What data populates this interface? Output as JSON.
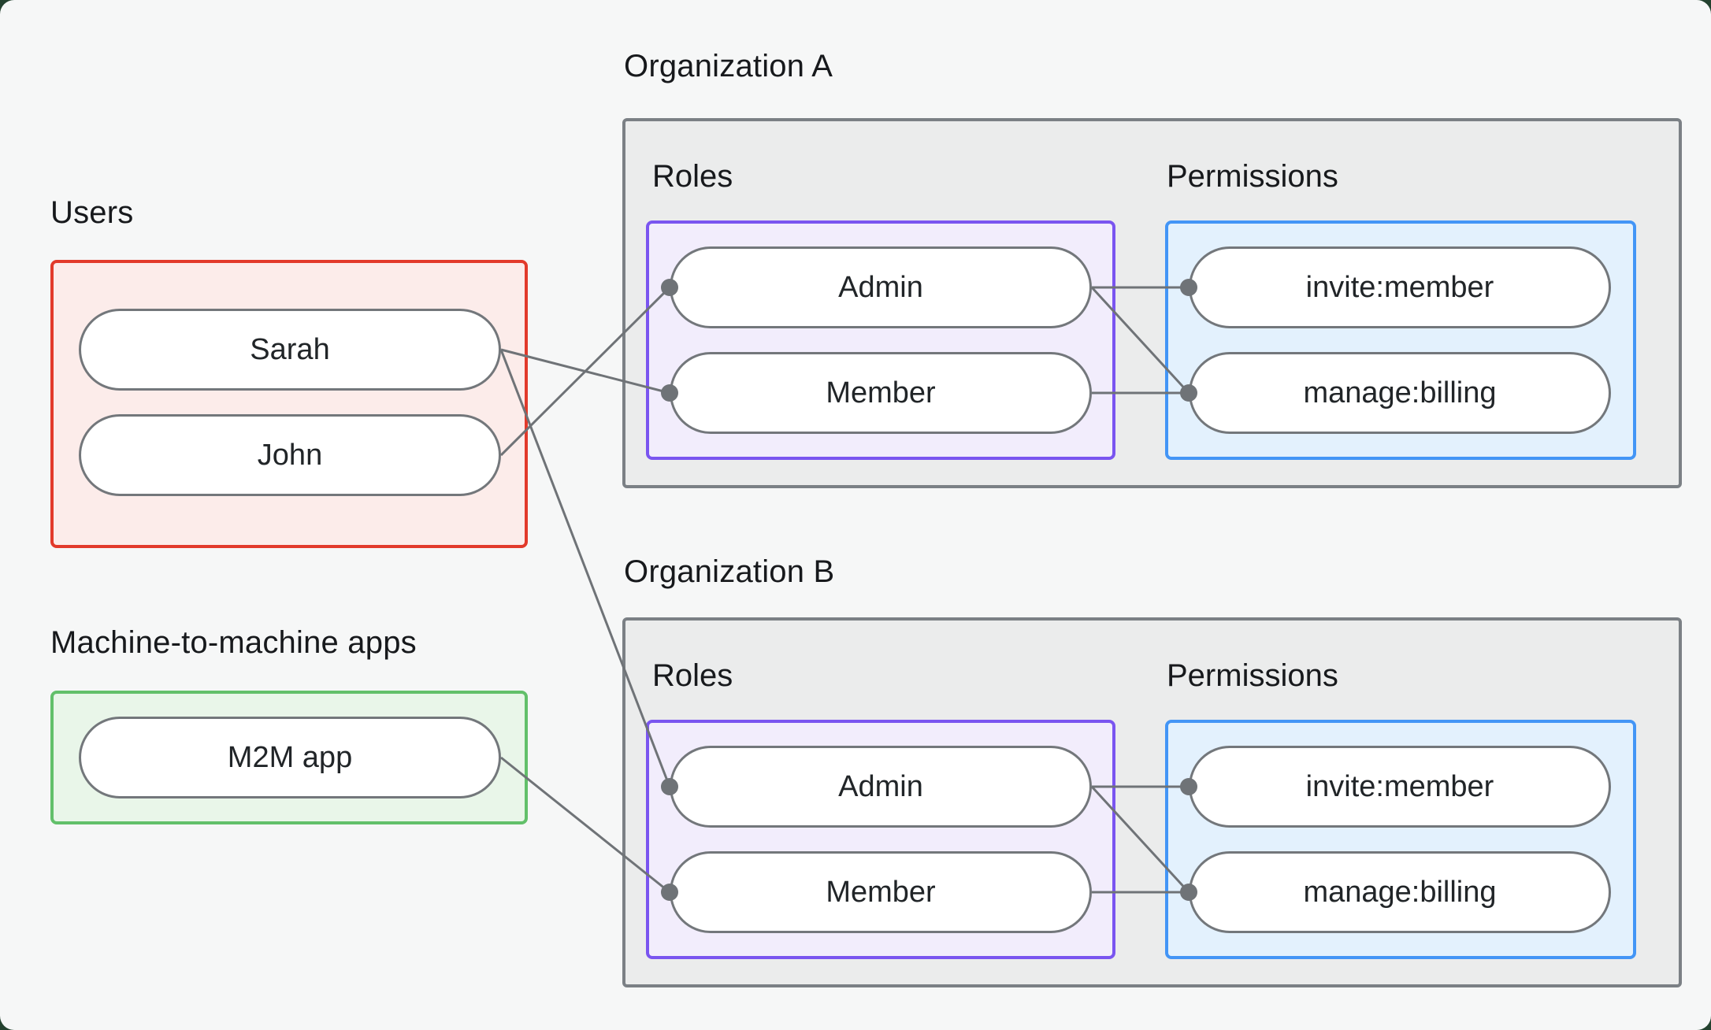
{
  "page": {
    "background": "#f6f7f7",
    "outside_background": "#24422f"
  },
  "connector": {
    "color": "#6f7377",
    "line_width": 3,
    "dot_radius": 11
  },
  "users_section": {
    "label": "Users",
    "accent": "#e23a2b",
    "fill": "#fcecea",
    "items": [
      {
        "id": "sarah",
        "label": "Sarah"
      },
      {
        "id": "john",
        "label": "John"
      }
    ]
  },
  "m2m_section": {
    "label": "Machine-to-machine apps",
    "accent": "#62c06a",
    "fill": "#e9f6e9",
    "items": [
      {
        "id": "m2m",
        "label": "M2M app"
      }
    ]
  },
  "organizations": [
    {
      "id": "orgA",
      "label": "Organization A",
      "roles_label": "Roles",
      "permissions_label": "Permissions",
      "roles_accent": "#7a55f0",
      "roles_fill": "#f2edfc",
      "permissions_accent": "#4395f6",
      "permissions_fill": "#e3f1fd",
      "roles": [
        {
          "id": "orgA-admin",
          "label": "Admin"
        },
        {
          "id": "orgA-member",
          "label": "Member"
        }
      ],
      "permissions": [
        {
          "id": "orgA-invite",
          "label": "invite:member"
        },
        {
          "id": "orgA-billing",
          "label": "manage:billing"
        }
      ]
    },
    {
      "id": "orgB",
      "label": "Organization B",
      "roles_label": "Roles",
      "permissions_label": "Permissions",
      "roles_accent": "#7a55f0",
      "roles_fill": "#f2edfc",
      "permissions_accent": "#4395f6",
      "permissions_fill": "#e3f1fd",
      "roles": [
        {
          "id": "orgB-admin",
          "label": "Admin"
        },
        {
          "id": "orgB-member",
          "label": "Member"
        }
      ],
      "permissions": [
        {
          "id": "orgB-invite",
          "label": "invite:member"
        },
        {
          "id": "orgB-billing",
          "label": "manage:billing"
        }
      ]
    }
  ],
  "edges": [
    {
      "from": "sarah",
      "to": "orgA-member"
    },
    {
      "from": "john",
      "to": "orgA-admin"
    },
    {
      "from": "sarah",
      "to": "orgB-admin"
    },
    {
      "from": "m2m",
      "to": "orgB-member"
    },
    {
      "from": "orgA-admin",
      "to": "orgA-invite"
    },
    {
      "from": "orgA-admin",
      "to": "orgA-billing"
    },
    {
      "from": "orgA-member",
      "to": "orgA-billing"
    },
    {
      "from": "orgB-admin",
      "to": "orgB-invite"
    },
    {
      "from": "orgB-admin",
      "to": "orgB-billing"
    },
    {
      "from": "orgB-member",
      "to": "orgB-billing"
    }
  ]
}
